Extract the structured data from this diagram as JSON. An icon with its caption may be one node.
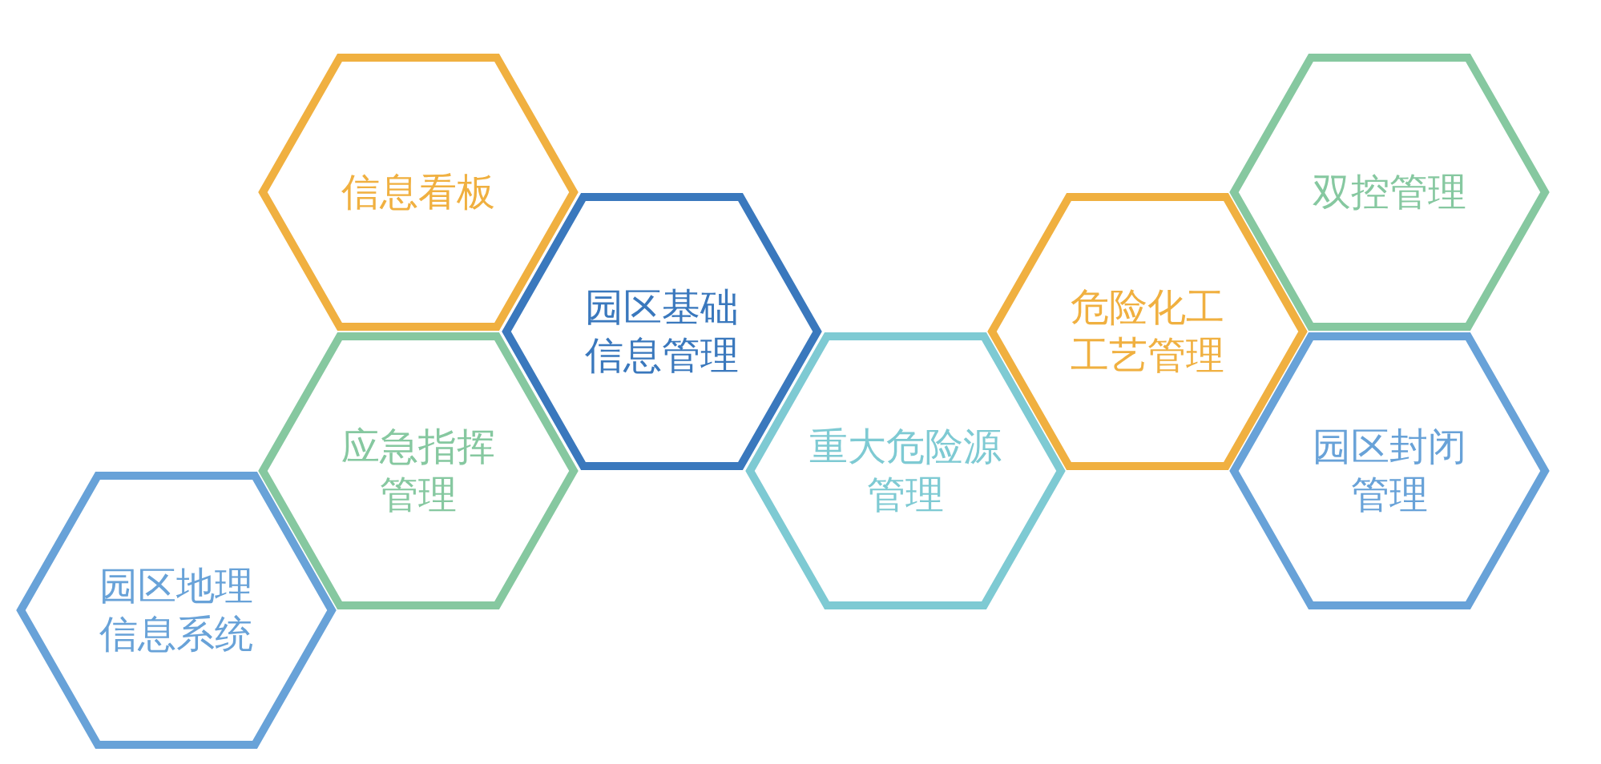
{
  "diagram": {
    "nodes": [
      {
        "text": [
          "信息看板"
        ]
      },
      {
        "text": [
          "双控管理"
        ]
      },
      {
        "text": [
          "园区基础信息管理"
        ]
      },
      {
        "text": [
          "危险化工工艺管理"
        ]
      },
      {
        "text": [
          "应急指挥管理"
        ]
      },
      {
        "text": [
          "重大危险源管理"
        ]
      },
      {
        "text": [
          "园区封闭管理"
        ]
      },
      {
        "text": [
          "园区地理信息系统"
        ]
      }
    ]
  }
}
